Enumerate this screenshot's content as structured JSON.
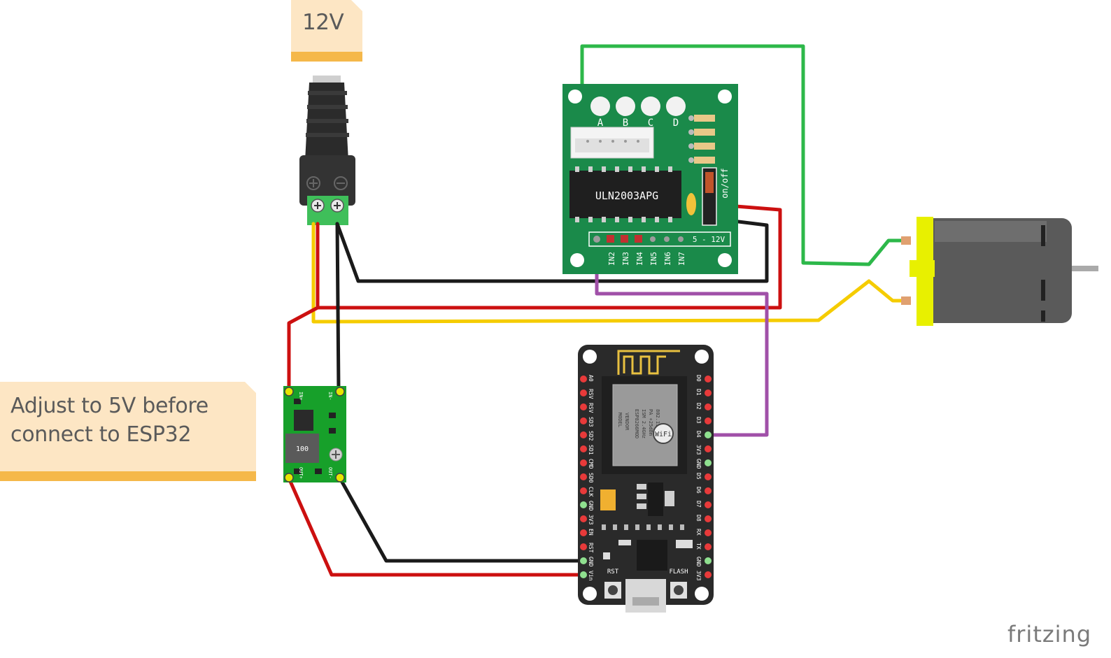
{
  "notes": {
    "power_note": "12V",
    "adjust_note_line1": "Adjust to 5V before",
    "adjust_note_line2": "connect to ESP32"
  },
  "driver_board": {
    "chip_label": "ULN2003APG",
    "led_labels": [
      "A",
      "B",
      "C",
      "D"
    ],
    "switch_label": "on/off",
    "voltage_label": "5 - 12V",
    "input_labels": [
      "IN2",
      "IN3",
      "IN4",
      "IN5",
      "IN6",
      "IN7"
    ]
  },
  "buck_converter": {
    "pot_label": "100",
    "in_plus": "IN+",
    "in_minus": "IN-",
    "out_plus": "OUT+",
    "out_minus": "OUT-"
  },
  "esp_board": {
    "left_pins": [
      "A0",
      "RSV",
      "RSV",
      "SD3",
      "SD2",
      "SD1",
      "CMD",
      "SD0",
      "CLK",
      "GND",
      "3V3",
      "EN",
      "RST",
      "GND",
      "Vin"
    ],
    "right_pins": [
      "D0",
      "D1",
      "D2",
      "D3",
      "D4",
      "3V3",
      "GND",
      "D5",
      "D6",
      "D7",
      "D8",
      "RX",
      "TX",
      "GND",
      "3V3"
    ],
    "rst_label": "RST",
    "flash_label": "FLASH",
    "module_text": [
      "MODEL",
      "VENDOR",
      "ESP8266MOD",
      "ISM 2.4GHz",
      "PA +25dBm",
      "802.11b/g/n"
    ],
    "wifi_label": "WiFi"
  },
  "brand": "fritzing",
  "colors": {
    "wire_red": "#cc1010",
    "wire_black": "#1a1a1a",
    "wire_green": "#2db84a",
    "wire_yellow": "#f5cc00",
    "wire_purple": "#a050a8",
    "pcb_green": "#1a8a4a",
    "esp_board": "#2a2a2a",
    "note_bg": "#fde6c4",
    "note_bar": "#f5b84a"
  }
}
